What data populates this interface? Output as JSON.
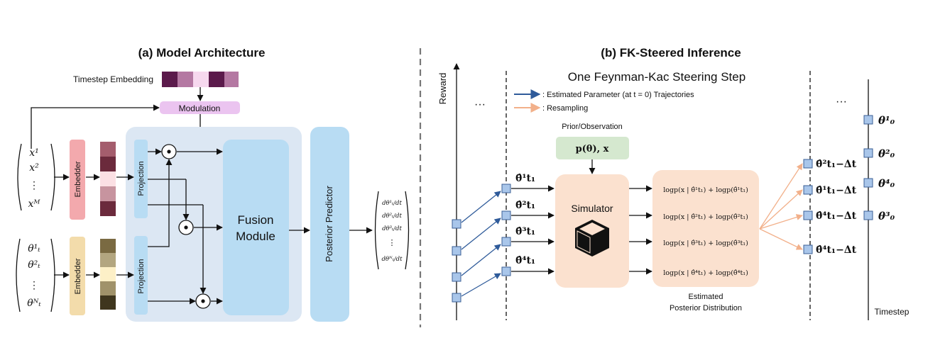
{
  "panel_a": {
    "title": "(a) Model Architecture",
    "timestep_embedding": "Timestep Embedding",
    "modulation": "Modulation",
    "embedder": "Embedder",
    "projection": "Projection",
    "fusion_line1": "Fusion",
    "fusion_line2": "Module",
    "posterior_predictor": "Posterior Predictor",
    "x_vector": [
      "x¹",
      "x²",
      "⋮",
      "xᴹ"
    ],
    "theta_vector": [
      "θ¹ₜ",
      "θ²ₜ",
      "⋮",
      "θᴺₜ"
    ],
    "output_vector": [
      "dθ¹ₜ/dt",
      "dθ²ₜ/dt",
      "dθ³ₜ/dt",
      "⋮",
      "dθᴺₜ/dt"
    ],
    "circle_op": "⊙"
  },
  "panel_b": {
    "title": "(b) FK-Steered Inference",
    "step_title": "One Feynman-Kac Steering Step",
    "legend_traj": ": Estimated Parameter (at t = 0) Trajectories",
    "legend_resample": ": Resampling",
    "reward": "Reward",
    "ellipsis": "···",
    "prior_label": "Prior/Observation",
    "prior_box": "p(θ), x",
    "simulator": "Simulator",
    "posterior_caption_line1": "Estimated",
    "posterior_caption_line2": "Posterior Distribution",
    "timestep": "Timestep",
    "theta_t1": [
      "θ̂¹t₁",
      "θ̂²t₁",
      "θ̂³t₁",
      "θ̂⁴t₁"
    ],
    "log_terms": [
      "logp(x | θ̂¹t₁) + logp(θ̂¹t₁)",
      "logp(x | θ̂²t₁) + logp(θ̂²t₁)",
      "logp(x | θ̂³t₁) + logp(θ̂³t₁)",
      "logp(x | θ̂⁴t₁) + logp(θ̂⁴t₁)"
    ],
    "resampled": [
      "θ̂²t₁−Δt",
      "θ̂¹t₁−Δt",
      "θ̂⁴t₁−Δt",
      "θ̂⁴t₁−Δt"
    ],
    "theta_0": [
      "θ¹₀",
      "θ²₀",
      "θ⁴₀",
      "θ³₀"
    ]
  },
  "colors": {
    "light_blue_bg": "#dce7f3",
    "blue_block": "#b8dcf3",
    "modulation": "#ebc4f0",
    "embedder_x": "#f3a9ad",
    "embedder_theta": "#f3dcab",
    "prior_green": "#d5e8cf",
    "peach": "#fbe1cf",
    "node_blue": "#a9c6ea",
    "arrow_blue": "#2f5b9a",
    "arrow_orange": "#f2b08a"
  }
}
